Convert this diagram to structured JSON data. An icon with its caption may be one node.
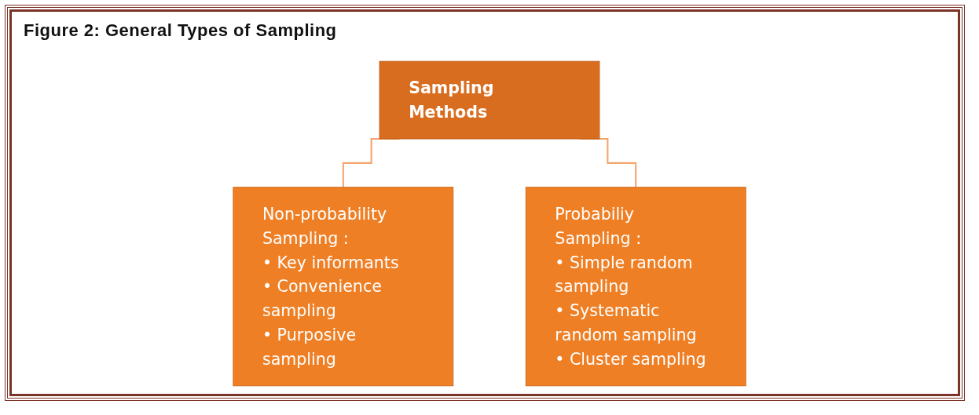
{
  "diagram": {
    "title": "Figure 2: General Types of Sampling",
    "nodes": [
      {
        "text": [
          "Sampling Methods"
        ]
      },
      {
        "text": [
          "Non-probability Sampling :",
          "• Key informants",
          "• Convenience sampling",
          "• Purposive sampling"
        ]
      },
      {
        "text": [
          "Probabiliy Sampling :",
          "• Simple random sampling",
          "• Systematic random sampling",
          "• Cluster sampling"
        ]
      }
    ],
    "edges": [
      {
        "from": 0,
        "to": 1,
        "arrow": "none"
      },
      {
        "from": 0,
        "to": 2,
        "arrow": "none"
      }
    ]
  }
}
